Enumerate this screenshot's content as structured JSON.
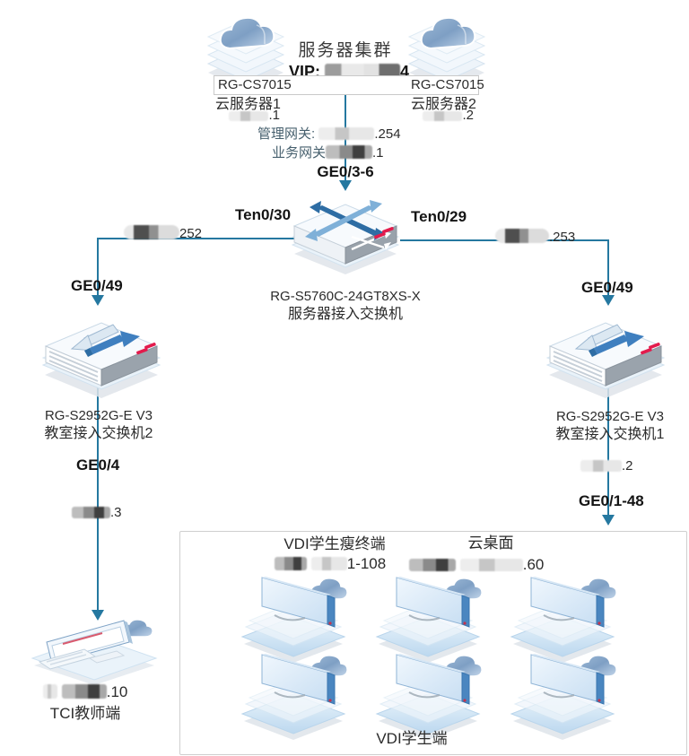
{
  "cluster": {
    "title": "服务器集群",
    "vip_label": "VIP:",
    "vip_suffix": "4",
    "server1_model": "RG-CS7015",
    "server1_name": "云服务器1",
    "server1_ip_suffix": ".1",
    "server2_model": "RG-CS7015",
    "server2_name": "云服务器2",
    "server2_ip_suffix": ".2",
    "mgmt_gateway_label": "管理网关:",
    "mgmt_gateway_ip_suffix": ".254",
    "biz_gateway_label": "业务网关",
    "biz_gateway_ip_suffix": ".1",
    "downlink_port": "GE0/3-6"
  },
  "core_switch": {
    "left_port": "Ten0/30",
    "right_port": "Ten0/29",
    "model": "RG-S5760C-24GT8XS-X",
    "name": "服务器接入交换机",
    "left_link_ip_suffix": "252",
    "right_link_ip_suffix": ".253"
  },
  "left_branch": {
    "uplink_port": "GE0/49",
    "switch_model": "RG-S2952G-E V3",
    "switch_name": "教室接入交换机2",
    "downlink_port": "GE0/4",
    "link_ip_suffix": ".3",
    "teacher_ip_suffix": ".10",
    "teacher_name": "TCI教师端"
  },
  "right_branch": {
    "uplink_port": "GE0/49",
    "switch_model": "RG-S2952G-E V3",
    "switch_name": "教室接入交换机1",
    "switch_ip_suffix": ".2",
    "downlink_port": "GE0/1-48"
  },
  "vdi_group": {
    "thin_client_label": "VDI学生瘦终端",
    "thin_client_ip_suffix": "1-108",
    "cloud_desktop_label": "云桌面",
    "cloud_desktop_ip_suffix": ".60",
    "group_label": "VDI学生端"
  },
  "colors": {
    "line": "#2578a0",
    "device_blue": "#3f7fbf",
    "alert_red": "#e31b4c"
  }
}
